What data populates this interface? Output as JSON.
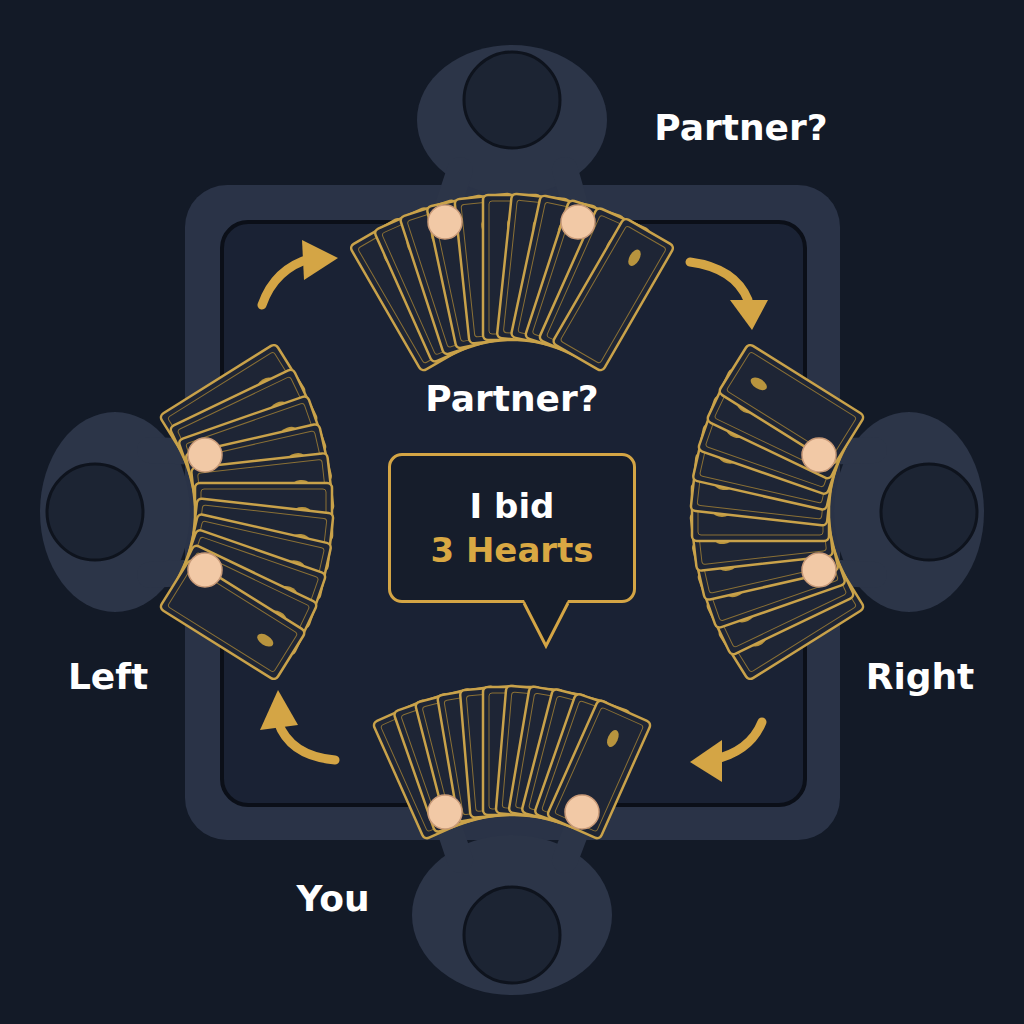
{
  "diagram": {
    "nodes": [
      {
        "text": [
          "I bid",
          "3 Hearts"
        ]
      }
    ],
    "labels": [
      "Partner?",
      "Partner?",
      "Left",
      "Right",
      "You"
    ]
  }
}
